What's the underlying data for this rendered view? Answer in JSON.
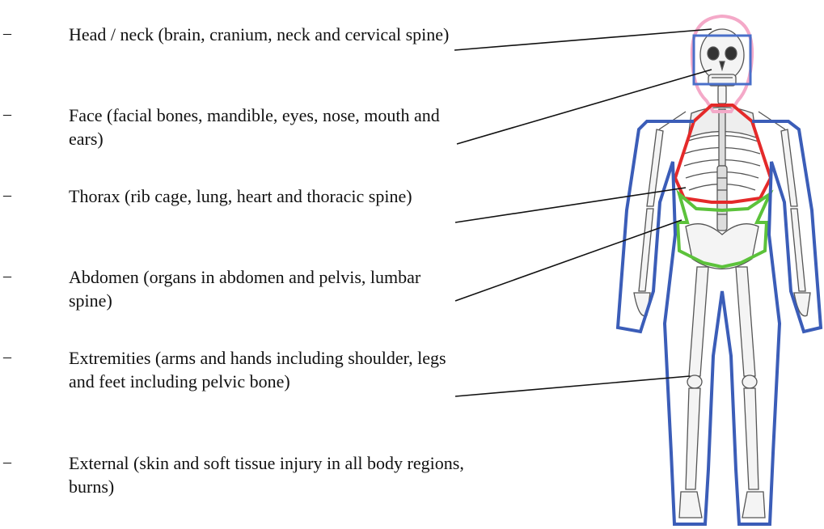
{
  "bullet_glyph": "–",
  "regions": [
    {
      "label": "Head / neck (brain, cranium, neck and cervical spine)",
      "outline_color": "#f4a9c8"
    },
    {
      "label": "Face (facial bones, mandible, eyes, nose, mouth and ears)",
      "outline_color": "#4a6fc9"
    },
    {
      "label": "Thorax (rib cage, lung, heart and thoracic spine)",
      "outline_color": "#e42a2a"
    },
    {
      "label": "Abdomen (organs in abdomen and pelvis, lumbar spine)",
      "outline_color": "#5cc23b"
    },
    {
      "label": "Extremities (arms and hands including shoulder, legs and feet including pelvic bone)",
      "outline_color": "#3b5db8"
    },
    {
      "label": "External (skin and soft tissue injury in all body regions, burns)",
      "outline_color": ""
    }
  ]
}
